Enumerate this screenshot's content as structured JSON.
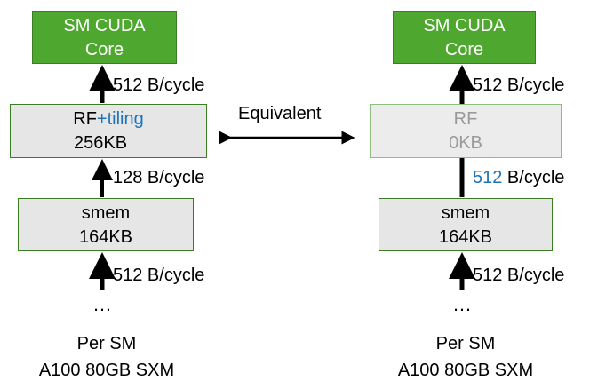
{
  "left": {
    "core": {
      "line1": "SM CUDA",
      "line2": "Core"
    },
    "bw_top": "512 B/cycle",
    "rf": {
      "name": "RF",
      "suffix": "+tiling",
      "size": "256KB"
    },
    "bw_mid": "128 B/cycle",
    "smem": {
      "name": "smem",
      "size": "164KB"
    },
    "bw_bottom": "512 B/cycle",
    "dots": "…",
    "caption": {
      "line1": "Per SM",
      "line2": "A100 80GB SXM"
    }
  },
  "middle": {
    "label": "Equivalent"
  },
  "right": {
    "core": {
      "line1": "SM CUDA",
      "line2": "Core"
    },
    "bw_top": "512 B/cycle",
    "rf": {
      "name": "RF",
      "size": "0KB"
    },
    "bw_mid_num": "512",
    "bw_mid_unit": " B/cycle",
    "smem": {
      "name": "smem",
      "size": "164KB"
    },
    "bw_bottom": "512 B/cycle",
    "dots": "…",
    "caption": {
      "line1": "Per SM",
      "line2": "A100 80GB SXM"
    }
  },
  "colors": {
    "core_fill": "#4ea72e",
    "box_fill": "#e6e6e6",
    "box_border": "#3b7d23",
    "accent_blue": "#1f74b9",
    "faded_text": "#9a9a9a"
  }
}
